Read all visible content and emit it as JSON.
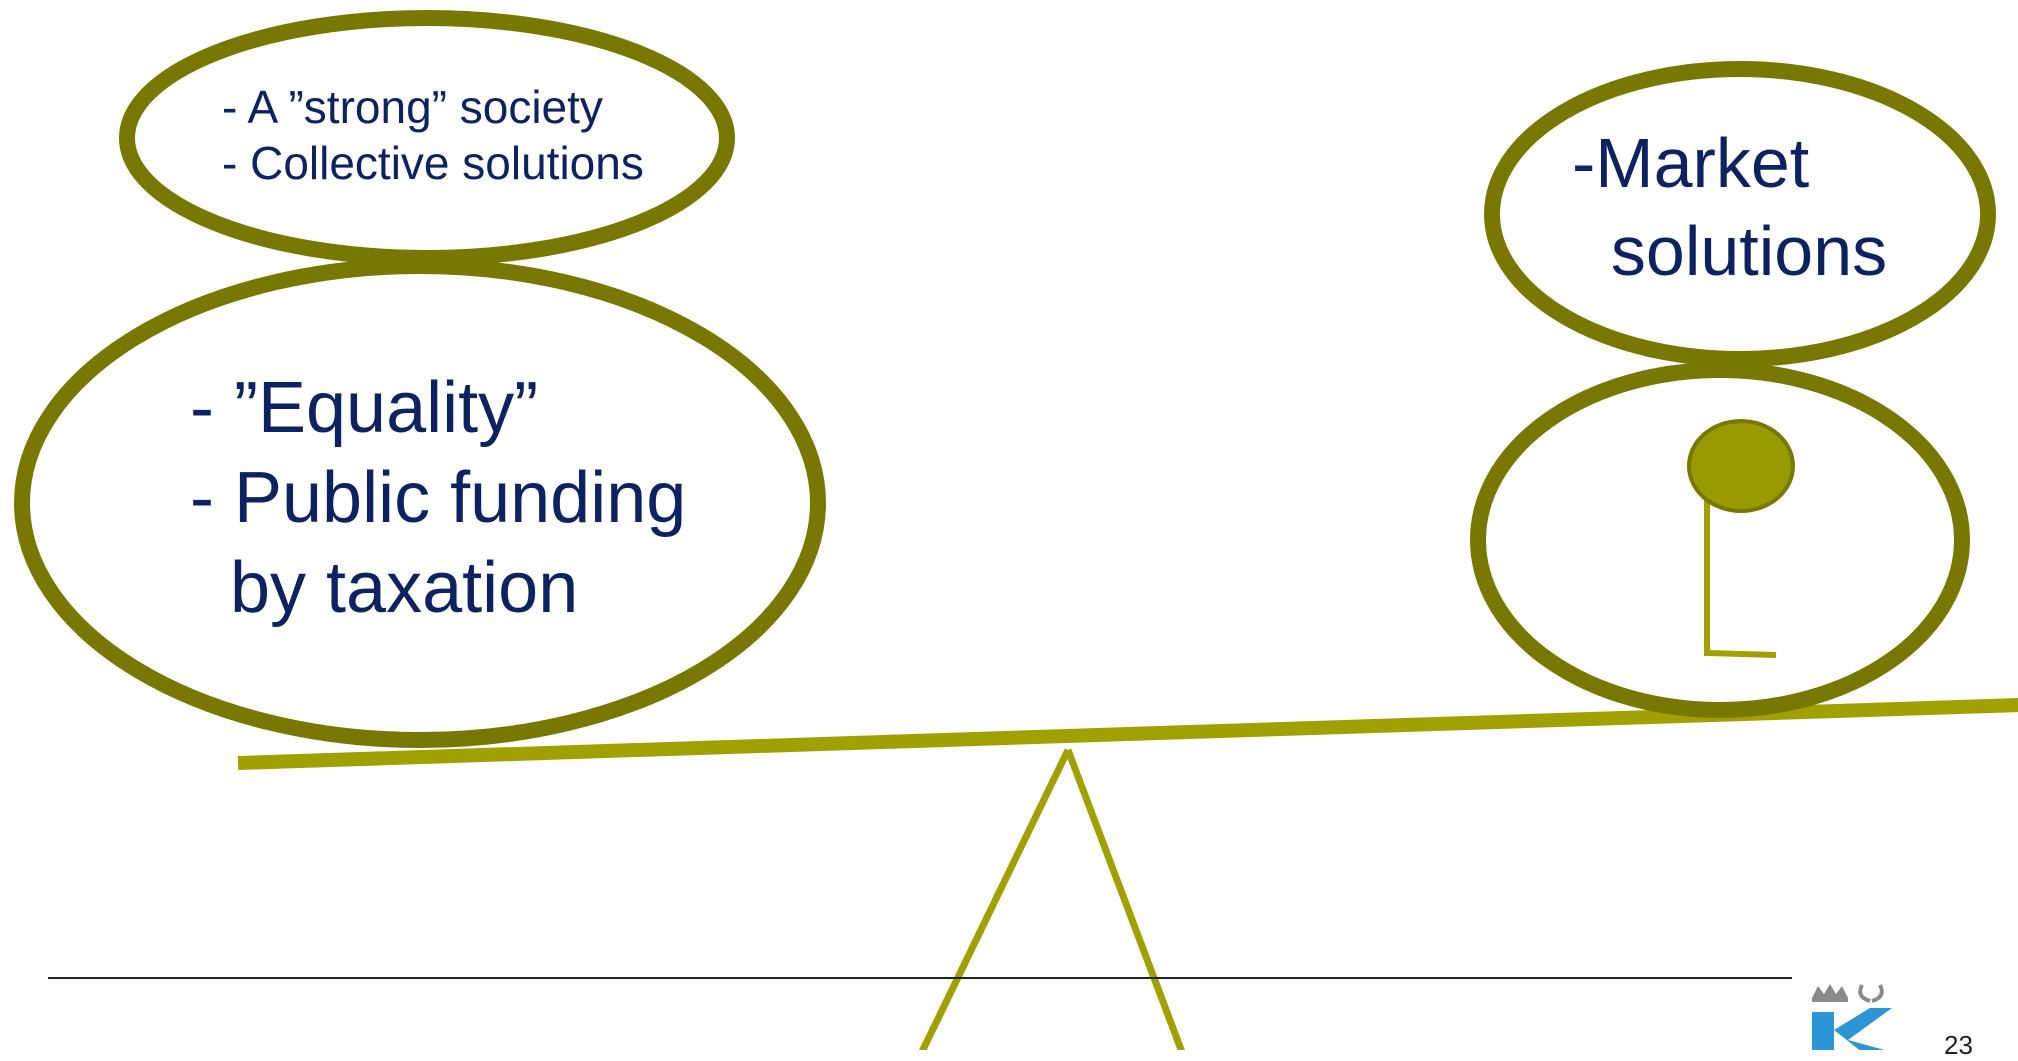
{
  "left_top_oval": {
    "lines": [
      "- A ”strong” society",
      "- Collective solutions"
    ]
  },
  "left_bottom_oval": {
    "lines": [
      "- ”Equality”",
      "- Public funding",
      "  by taxation"
    ]
  },
  "right_top_oval": {
    "lines": [
      "-Market",
      "  solutions"
    ]
  },
  "footer": {
    "page_number": "23"
  },
  "colors": {
    "oval_outline": "#787800",
    "beam": "#a0a000",
    "weight_fill": "#999900",
    "text": "#0d2260",
    "logo_blue": "#2b95d6"
  },
  "icons": {
    "logo": "crown-and-k-logo",
    "figure": "stick-figure-icon"
  }
}
